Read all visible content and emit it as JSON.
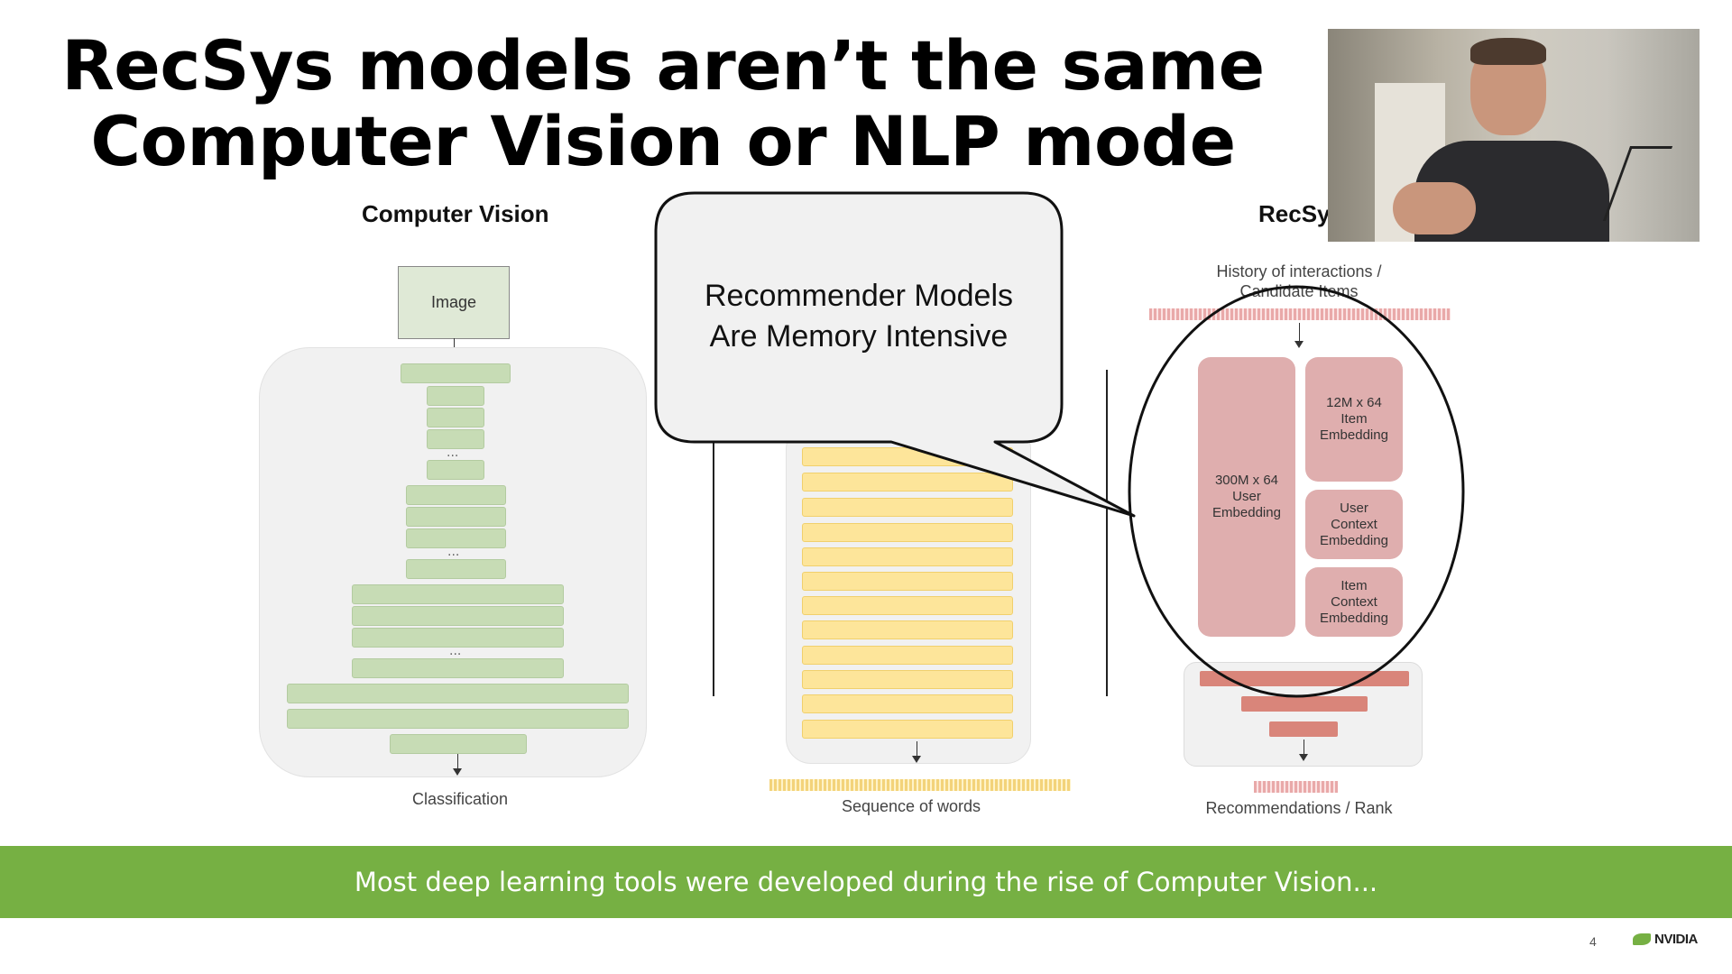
{
  "slide": {
    "title_line1": "RecSys models aren’t the same",
    "title_line2": "Computer Vision or NLP mode",
    "columns": {
      "cv_heading": "Computer Vision",
      "recsys_heading": "RecSy"
    },
    "cv": {
      "input_label": "Image",
      "output_label": "Classification",
      "ellipsis": "..."
    },
    "nlp": {
      "output_label": "Sequence of words"
    },
    "recsys": {
      "input_label_line1": "History of interactions /",
      "input_label_line2": "Candidate Items",
      "user_embedding": "300M x 64\nUser\nEmbedding",
      "item_embedding": "12M x 64\nItem\nEmbedding",
      "user_context_embedding": "User\nContext\nEmbedding",
      "item_context_embedding": "Item\nContext\nEmbedding",
      "output_label": "Recommendations / Rank"
    },
    "callout": {
      "line1": "Recommender Models",
      "line2": "Are Memory Intensive"
    },
    "footer_banner": "Most deep learning tools were developed during the rise of Computer Vision...",
    "page_number": "4",
    "brand": "NVIDIA"
  },
  "colors": {
    "banner_green": "#76b043",
    "cv_green": "#c7dcb5",
    "nlp_yellow": "#fde59a",
    "recsys_pink": "#dfaeae",
    "recsys_red": "#d9857a"
  },
  "webcam": {
    "icon": "presenter-video-feed"
  }
}
